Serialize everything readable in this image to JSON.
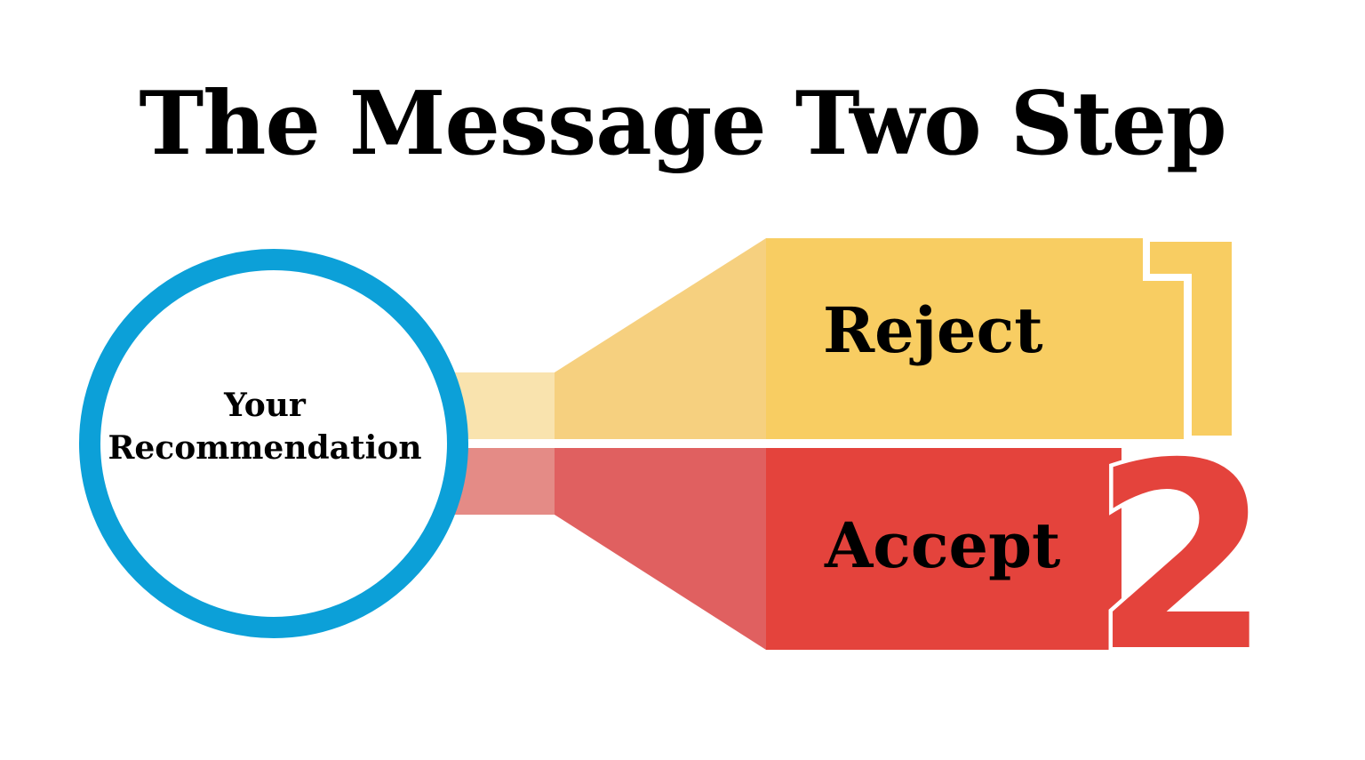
{
  "title": "The Message Two Step",
  "circle_label_line1": "Your",
  "circle_label_line2": "Recommendation",
  "step1": {
    "label": "Reject",
    "number": "1"
  },
  "step2": {
    "label": "Accept",
    "number": "2"
  },
  "colors": {
    "circle_ring": "#0ca0d8",
    "reject_box": "#f8cd62",
    "reject_mid": "#f6d07f",
    "reject_neck": "#f9e3ae",
    "accept_box": "#e4433c",
    "accept_mid": "#e06060",
    "accept_neck": "#e48b86"
  }
}
